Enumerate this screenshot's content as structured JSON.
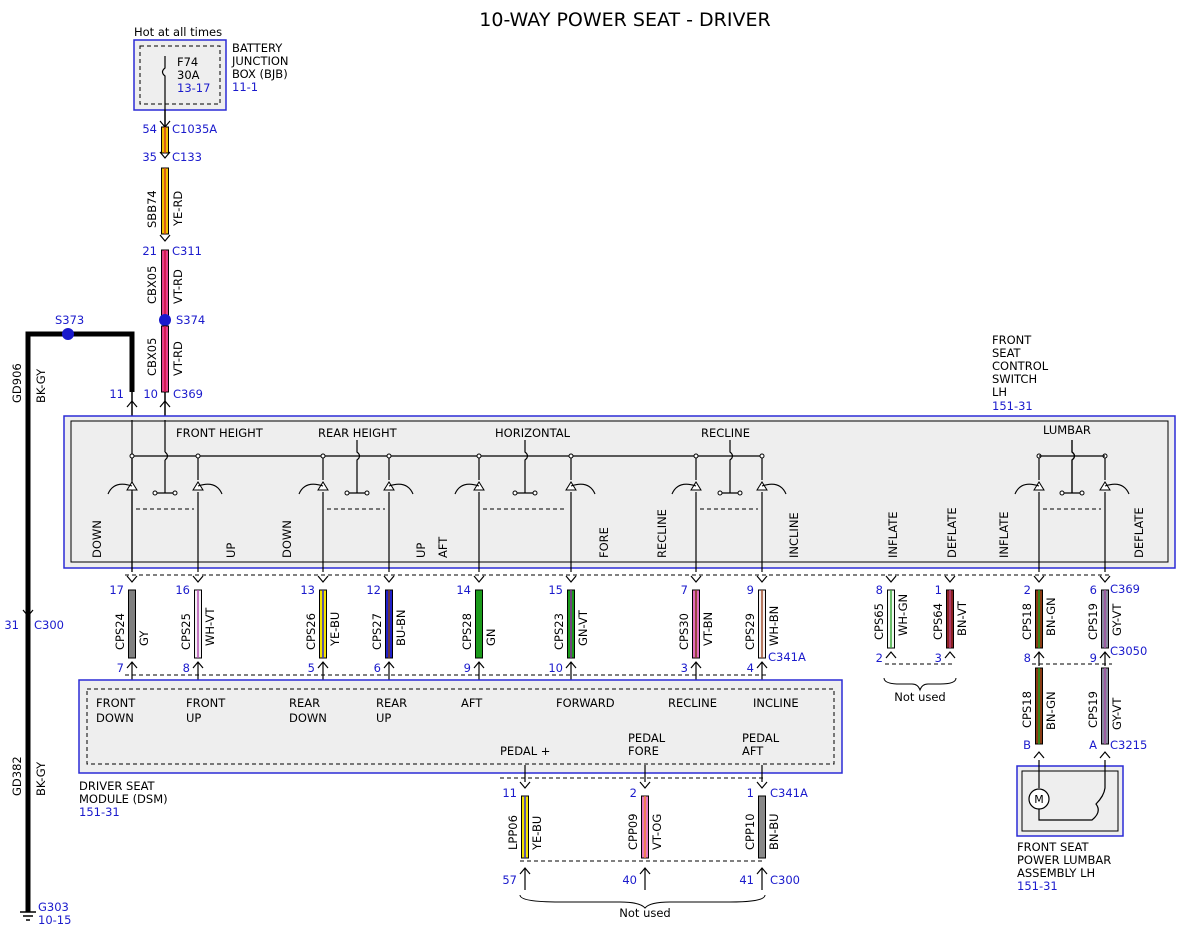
{
  "title": "10-WAY POWER SEAT - DRIVER",
  "bjb": {
    "hot_label": "Hot at all times",
    "fuse_name": "F74",
    "fuse_amps": "30A",
    "fuse_ref": "13-17",
    "box_line1": "BATTERY",
    "box_line2": "JUNCTION",
    "box_line3": "BOX (BJB)",
    "box_ref": "11-1"
  },
  "feed": {
    "c1035a_pin": "54",
    "c1035a": "C1035A",
    "c133_pin": "35",
    "c133": "C133",
    "sbb74": "SBB74",
    "sbb74_color": "YE-RD",
    "c311_pin": "21",
    "c311": "C311",
    "cbx05_a": "CBX05",
    "cbx05_a_color": "VT-RD",
    "s374": "S374",
    "cbx05_b": "CBX05",
    "cbx05_b_color": "VT-RD",
    "c369_pin10": "10",
    "c369_top": "C369",
    "pin11": "11"
  },
  "ground": {
    "s373": "S373",
    "gd906": "GD906",
    "gd906_color": "BK-GY",
    "c300_pin": "31",
    "c300": "C300",
    "gd382": "GD382",
    "gd382_color": "BK-GY",
    "g303": "G303",
    "g303_ref": "10-15"
  },
  "switch": {
    "label1": "FRONT",
    "label2": "SEAT",
    "label3": "CONTROL",
    "label4": "SWITCH",
    "label5": "LH",
    "ref": "151-31",
    "groups": {
      "front_height": "FRONT HEIGHT",
      "rear_height": "REAR HEIGHT",
      "horizontal": "HORIZONTAL",
      "recline": "RECLINE",
      "lumbar": "LUMBAR"
    },
    "verticals": {
      "down1": "DOWN",
      "up1": "UP",
      "down2": "DOWN",
      "up2": "UP",
      "aft": "AFT",
      "fore": "FORE",
      "recline": "RECLINE",
      "incline": "INCLINE",
      "inflate1": "INFLATE",
      "deflate1": "DEFLATE",
      "inflate2": "INFLATE",
      "deflate2": "DEFLATE"
    },
    "c369": "C369"
  },
  "wires": [
    {
      "top_pin": "17",
      "circuit": "CPS24",
      "color": "GY",
      "bottom_pin": "7"
    },
    {
      "top_pin": "16",
      "circuit": "CPS25",
      "color": "WH-VT",
      "bottom_pin": "8"
    },
    {
      "top_pin": "13",
      "circuit": "CPS26",
      "color": "YE-BU",
      "bottom_pin": "5"
    },
    {
      "top_pin": "12",
      "circuit": "CPS27",
      "color": "BU-BN",
      "bottom_pin": "6"
    },
    {
      "top_pin": "14",
      "circuit": "CPS28",
      "color": "GN",
      "bottom_pin": "9"
    },
    {
      "top_pin": "15",
      "circuit": "CPS23",
      "color": "GN-VT",
      "bottom_pin": "10"
    },
    {
      "top_pin": "7",
      "circuit": "CPS30",
      "color": "VT-BN",
      "bottom_pin": "3"
    },
    {
      "top_pin": "9",
      "circuit": "CPS29",
      "color": "WH-BN",
      "bottom_pin": "4"
    },
    {
      "top_pin": "8",
      "circuit": "CPS65",
      "color": "WH-GN",
      "bottom_pin": "2"
    },
    {
      "top_pin": "1",
      "circuit": "CPS64",
      "color": "BN-VT",
      "bottom_pin": "3"
    },
    {
      "top_pin": "2",
      "circuit": "CPS18",
      "color": "BN-GN",
      "bottom_pin": "8"
    },
    {
      "top_pin": "6",
      "circuit": "CPS19",
      "color": "GY-VT",
      "bottom_pin": "9"
    }
  ],
  "c341a_mid": "C341A",
  "c3050": "C3050",
  "not_used_1": "Not used",
  "dsm": {
    "inputs": [
      {
        "l1": "FRONT",
        "l2": "DOWN"
      },
      {
        "l1": "FRONT",
        "l2": "UP"
      },
      {
        "l1": "REAR",
        "l2": "DOWN"
      },
      {
        "l1": "REAR",
        "l2": "UP"
      },
      {
        "l1": "AFT",
        "l2": ""
      },
      {
        "l1": "FORWARD",
        "l2": ""
      },
      {
        "l1": "RECLINE",
        "l2": ""
      },
      {
        "l1": "INCLINE",
        "l2": ""
      }
    ],
    "pedal_plus": "PEDAL +",
    "pedal_fore1": "PEDAL",
    "pedal_fore2": "FORE",
    "pedal_aft1": "PEDAL",
    "pedal_aft2": "AFT",
    "label1": "DRIVER SEAT",
    "label2": "MODULE (DSM)",
    "ref": "151-31"
  },
  "lumbar_wires": [
    {
      "circuit": "CPS18",
      "color": "BN-GN",
      "pin": "B"
    },
    {
      "circuit": "CPS19",
      "color": "GY-VT",
      "pin": "A"
    }
  ],
  "c3215": "C3215",
  "motor_symbol": "M",
  "lumbar_assy": {
    "l1": "FRONT SEAT",
    "l2": "POWER LUMBAR",
    "l3": "ASSEMBLY LH",
    "ref": "151-31"
  },
  "pedal_wires": [
    {
      "top_pin": "11",
      "circuit": "LPP06",
      "color": "YE-BU",
      "bottom_pin": "57"
    },
    {
      "top_pin": "2",
      "circuit": "CPP09",
      "color": "VT-OG",
      "bottom_pin": "40"
    },
    {
      "top_pin": "1",
      "circuit": "CPP10",
      "color": "BN-BU",
      "bottom_pin": "41"
    }
  ],
  "c341a_low": "C341A",
  "c300_low": "C300",
  "not_used_2": "Not used",
  "colors": {
    "box_blue": "#2b2bd6",
    "ref_blue": "#1a1acc",
    "panel_gray": "#eeeeee"
  }
}
